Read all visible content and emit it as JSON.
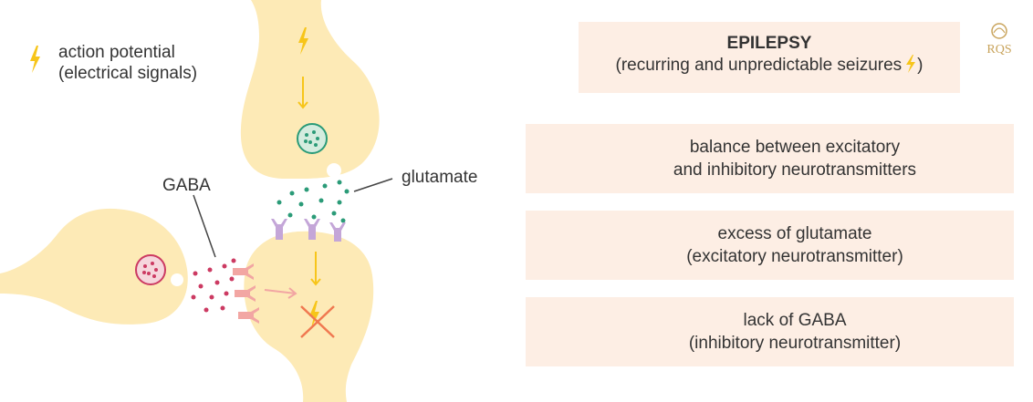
{
  "legend": {
    "line1": "action potential",
    "line2": "(electrical signals)"
  },
  "labels": {
    "gaba": "GABA",
    "glutamate": "glutamate"
  },
  "title": {
    "line1": "EPILEPSY",
    "line2": "(recurring and unpredictable seizures",
    "line2_end": ")"
  },
  "rows": [
    {
      "line1": "balance between excitatory",
      "line2": "and inhibitory neurotransmitters"
    },
    {
      "line1": "excess of glutamate",
      "line2": "(excitatory neurotransmitter)"
    },
    {
      "line1": "lack of GABA",
      "line2": "(inhibitory neurotransmitter)"
    }
  ],
  "logo": {
    "text": "RQS"
  },
  "colors": {
    "neuron": "#fdeab6",
    "bolt": "#f7c51a",
    "glutamate": "#2b9b78",
    "gaba": "#cc3a62",
    "receptor": "#c4a6d8",
    "gaba_receptor": "#f2a6a3",
    "panel": "#fdeee4",
    "scale": "#7a6a5c",
    "cross": "#f07850"
  }
}
